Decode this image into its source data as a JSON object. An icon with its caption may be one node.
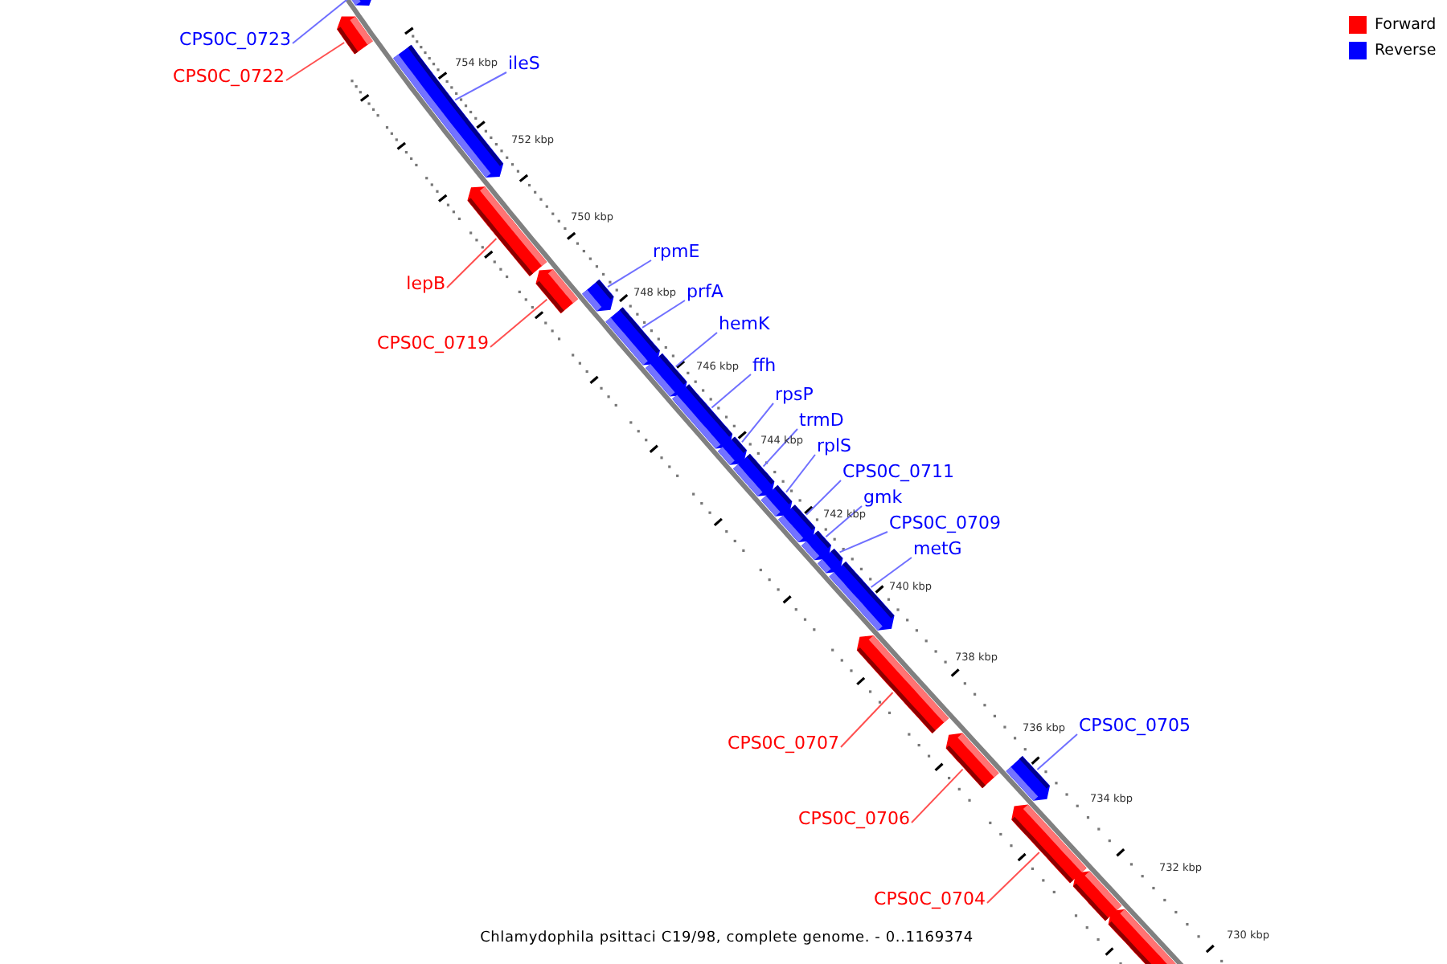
{
  "diagram": {
    "caption": "Chlamydophila psittaci C19/98, complete genome. - 0..1169374",
    "nodes": [
      {
        "text": [
          "CPS0C_0723"
        ]
      },
      {
        "text": [],
        "shape": "bar"
      },
      {
        "text": [
          "CPS0C_0722"
        ]
      },
      {
        "text": [],
        "shape": "bar"
      },
      {
        "text": [
          "ileS"
        ]
      },
      {
        "text": [],
        "shape": "bar"
      },
      {
        "text": [
          "lepB"
        ]
      },
      {
        "text": [],
        "shape": "bar"
      },
      {
        "text": [
          "CPS0C_0719"
        ]
      },
      {
        "text": [],
        "shape": "bar"
      },
      {
        "text": [
          "rpmE"
        ]
      },
      {
        "text": [],
        "shape": "bar"
      },
      {
        "text": [
          "prfA"
        ]
      },
      {
        "text": [],
        "shape": "bar"
      },
      {
        "text": [
          "hemK"
        ]
      },
      {
        "text": [],
        "shape": "bar"
      },
      {
        "text": [
          "ffh"
        ]
      },
      {
        "text": [],
        "shape": "bar"
      },
      {
        "text": [
          "rpsP"
        ]
      },
      {
        "text": [],
        "shape": "bar"
      },
      {
        "text": [
          "trmD"
        ]
      },
      {
        "text": [],
        "shape": "bar"
      },
      {
        "text": [
          "rplS"
        ]
      },
      {
        "text": [],
        "shape": "bar"
      },
      {
        "text": [
          "CPS0C_0711"
        ]
      },
      {
        "text": [],
        "shape": "bar"
      },
      {
        "text": [
          "gmk"
        ]
      },
      {
        "text": [],
        "shape": "bar"
      },
      {
        "text": [
          "CPS0C_0709"
        ]
      },
      {
        "text": [],
        "shape": "bar"
      },
      {
        "text": [
          "metG"
        ]
      },
      {
        "text": [],
        "shape": "bar"
      },
      {
        "text": [
          "CPS0C_0707"
        ]
      },
      {
        "text": [],
        "shape": "bar"
      },
      {
        "text": [
          "CPS0C_0706"
        ]
      },
      {
        "text": [],
        "shape": "bar"
      },
      {
        "text": [
          "CPS0C_0705"
        ]
      },
      {
        "text": [],
        "shape": "bar"
      },
      {
        "text": [
          "CPS0C_0704"
        ]
      },
      {
        "text": [],
        "shape": "bar"
      },
      {
        "text": [],
        "shape": "bar"
      },
      {
        "text": [],
        "shape": "bar"
      }
    ],
    "edges": [
      {
        "from": 0,
        "to": 1,
        "arrow": "none"
      },
      {
        "from": 2,
        "to": 3,
        "arrow": "none",
        "color": "#ff5050"
      },
      {
        "from": 4,
        "to": 5,
        "arrow": "none"
      },
      {
        "from": 6,
        "to": 7,
        "arrow": "none",
        "color": "#ff5050"
      },
      {
        "from": 8,
        "to": 9,
        "arrow": "none",
        "color": "#ff5050"
      },
      {
        "from": 10,
        "to": 11,
        "arrow": "none"
      },
      {
        "from": 12,
        "to": 13,
        "arrow": "none"
      },
      {
        "from": 14,
        "to": 15,
        "arrow": "none"
      },
      {
        "from": 16,
        "to": 17,
        "arrow": "none"
      },
      {
        "from": 18,
        "to": 19,
        "arrow": "none"
      },
      {
        "from": 20,
        "to": 21,
        "arrow": "none"
      },
      {
        "from": 22,
        "to": 23,
        "arrow": "none"
      },
      {
        "from": 24,
        "to": 25,
        "arrow": "none"
      },
      {
        "from": 26,
        "to": 27,
        "arrow": "none"
      },
      {
        "from": 28,
        "to": 29,
        "arrow": "none"
      },
      {
        "from": 30,
        "to": 31,
        "arrow": "none"
      },
      {
        "from": 32,
        "to": 33,
        "arrow": "none",
        "color": "#ff5050"
      },
      {
        "from": 34,
        "to": 35,
        "arrow": "none",
        "color": "#ff5050"
      },
      {
        "from": 36,
        "to": 37,
        "arrow": "none"
      },
      {
        "from": 38,
        "to": 39,
        "arrow": "none",
        "color": "#ff5050"
      }
    ],
    "labels": [
      "754 kbp",
      "752 kbp",
      "750 kbp",
      "748 kbp",
      "746 kbp",
      "744 kbp",
      "742 kbp",
      "740 kbp",
      "738 kbp",
      "736 kbp",
      "734 kbp",
      "732 kbp",
      "730 kbp"
    ],
    "legend": [
      {
        "text": "Forward",
        "color": "#ff0000"
      },
      {
        "text": "Reverse",
        "color": "#0000ff"
      }
    ]
  }
}
